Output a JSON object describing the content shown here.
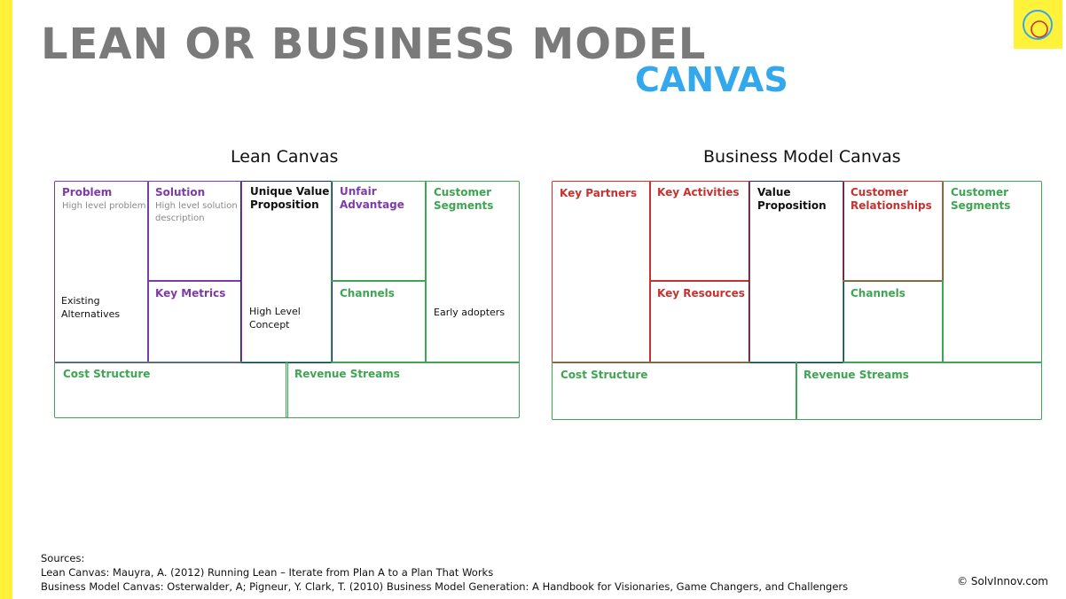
{
  "header": {
    "title": "LEAN OR BUSINESS MODEL",
    "subtitle": "CANVAS"
  },
  "colors": {
    "accent_yellow": "#fff23a",
    "title_gray": "#7a7a7a",
    "subtitle_blue": "#34a8ec",
    "lean_purple": "#7e3aa6",
    "canvas_green": "#3ea552",
    "bmc_red": "#c8312e",
    "value_navy": "#1e2b6f"
  },
  "lean_canvas": {
    "title": "Lean Canvas",
    "problem": {
      "label": "Problem",
      "sub": "High level problem",
      "note": "Existing\nAlternatives"
    },
    "solution": {
      "label": "Solution",
      "sub": "High level solution\ndescription"
    },
    "key_metrics": {
      "label": "Key Metrics"
    },
    "uvp": {
      "label": "Unique Value\nProposition",
      "note": "High Level\nConcept"
    },
    "unfair_advantage": {
      "label": "Unfair\nAdvantage"
    },
    "channels": {
      "label": "Channels"
    },
    "customer_segments": {
      "label": "Customer\nSegments",
      "note": "Early adopters"
    },
    "cost_structure": {
      "label": "Cost Structure"
    },
    "revenue_streams": {
      "label": "Revenue Streams"
    }
  },
  "bmc": {
    "title": "Business Model Canvas",
    "key_partners": {
      "label": "Key Partners"
    },
    "key_activities": {
      "label": "Key Activities"
    },
    "key_resources": {
      "label": "Key Resources"
    },
    "value_proposition": {
      "label": "Value\nProposition"
    },
    "customer_relationships": {
      "label": "Customer\nRelationships"
    },
    "channels": {
      "label": "Channels"
    },
    "customer_segments": {
      "label": "Customer\nSegments"
    },
    "cost_structure": {
      "label": "Cost Structure"
    },
    "revenue_streams": {
      "label": "Revenue Streams"
    }
  },
  "footer": {
    "sources_heading": "Sources:",
    "source_1": "Lean Canvas: Mauyra, A. (2012) Running Lean – Iterate from Plan A to a Plan That Works",
    "source_2": "Business Model Canvas: Osterwalder, A; Pigneur, Y. Clark, T. (2010) Business Model Generation: A Handbook for Visionaries, Game Changers, and Challengers",
    "copyright": "© SolvInnov.com"
  },
  "icons": {
    "logo": "circles-logo-icon"
  }
}
